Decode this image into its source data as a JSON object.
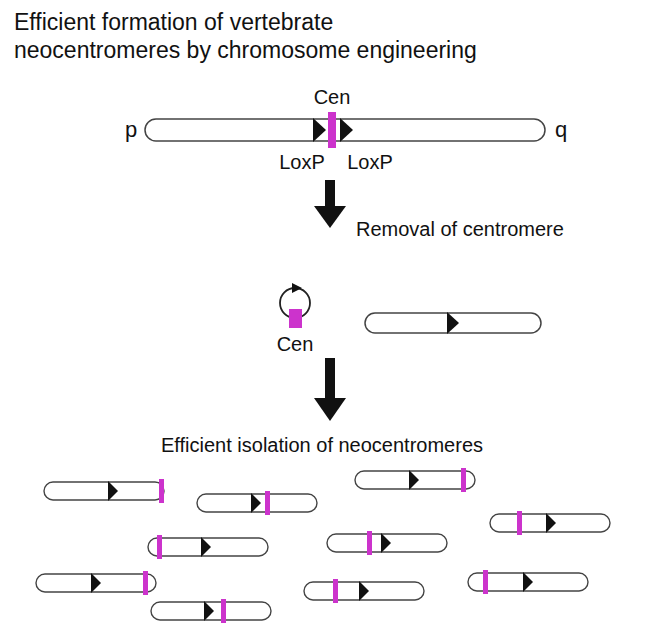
{
  "diagram": {
    "title": "Efficient formation of vertebrate neocentromeres by chromosome engineering",
    "labels": [
      "Cen",
      "p",
      "q",
      "LoxP",
      "LoxP",
      "Removal of centromere",
      "Cen",
      "Efficient isolation of neocentromeres"
    ]
  }
}
